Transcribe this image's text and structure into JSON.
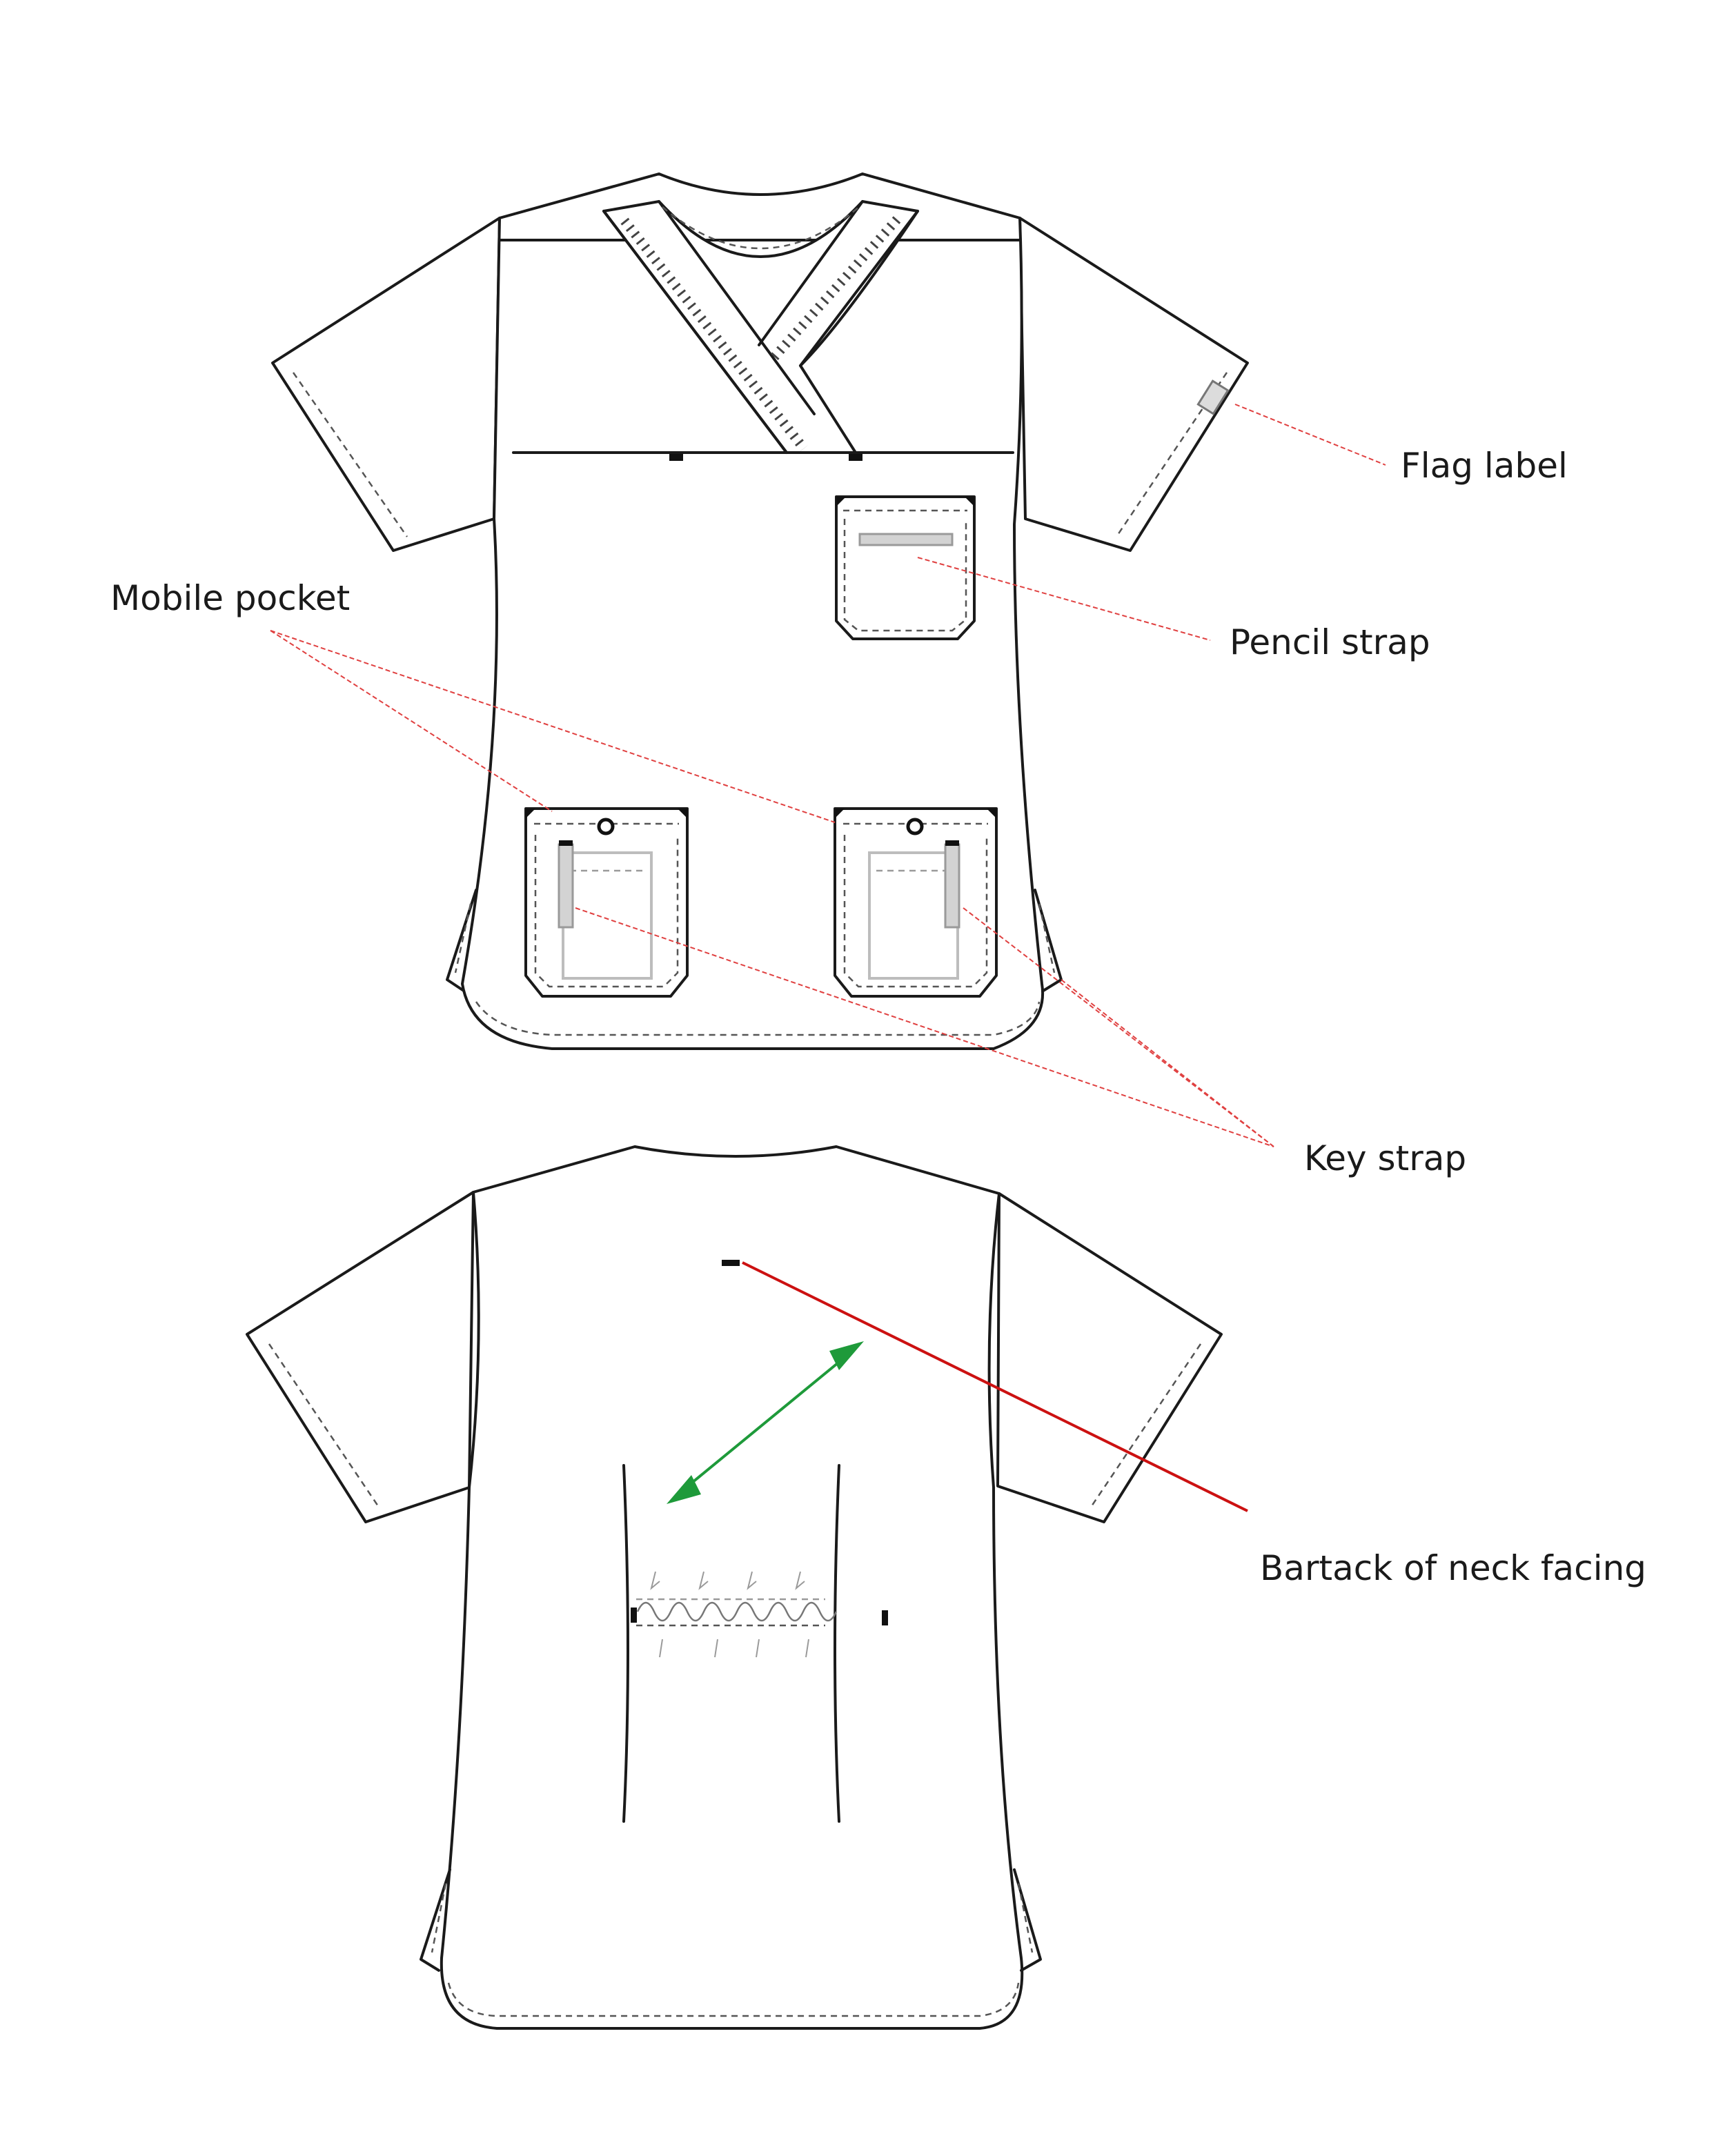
{
  "callouts": {
    "flag_label": "Flag label",
    "pencil_strap": "Pencil strap",
    "mobile_pocket": "Mobile pocket",
    "key_strap": "Key strap",
    "bartack_neck_facing": "Bartack of neck facing"
  },
  "colors": {
    "leader_line": "#e04040",
    "leader_line_strong": "#cc1111",
    "direction_arrow": "#1e9a3a",
    "outline": "#1a1a1a",
    "background": "#ffffff"
  },
  "views": [
    "front",
    "back"
  ]
}
